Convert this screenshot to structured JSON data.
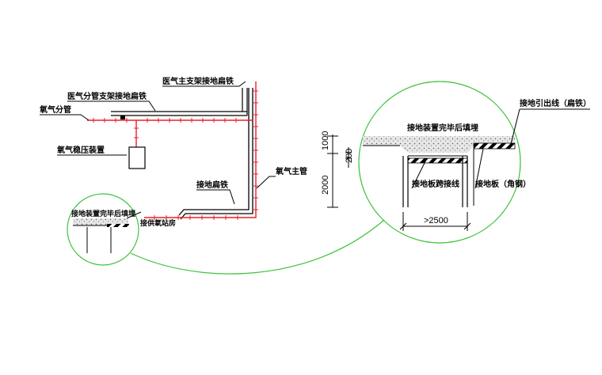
{
  "labels": {
    "main_support_flat_iron": "医气主支架接地扁铁",
    "branch_support_flat_iron": "医气分管支架接地扁铁",
    "oxygen_branch_pipe": "氧气分管",
    "oxygen_pressure_regulator": "氧气稳压装置",
    "oxygen_main_pipe": "氧气主管",
    "ground_flat_iron": "接地扁铁",
    "backfill_after_grounding_small": "接地装置完毕后填埋",
    "connect_supply_station": "接供氧站房",
    "ground_lead_wire": "接地引出线（扁铁）",
    "backfill_after_grounding": "接地装置完毕后填埋",
    "ground_plate_jumper": "接地板跨接线",
    "ground_plate": "接地板（角钢）"
  },
  "dimensions": {
    "d1000": "1000",
    "d200": "200",
    "d2000": "2000",
    "d2500": ">2500"
  },
  "colors": {
    "pipe": "#e8202a",
    "line": "#000000",
    "circle": "#3ec23e"
  }
}
